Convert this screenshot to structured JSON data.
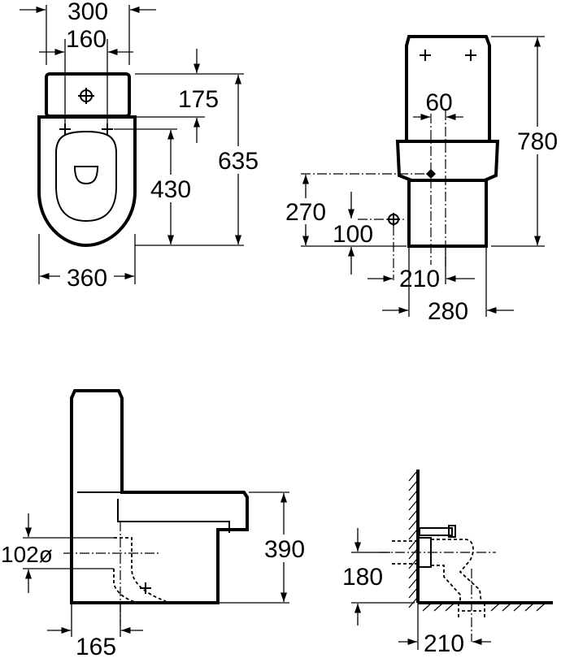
{
  "top_view": {
    "width_overall": "300",
    "inlet_spacing": "160",
    "tank_depth": "175",
    "bowl_length": "430",
    "total_depth": "635",
    "bowl_width": "360"
  },
  "side_view": {
    "inlet_offset": "60",
    "total_height": "780",
    "outlet_height": "270",
    "inlet_height": "100",
    "outlet_distance": "210",
    "base_depth": "280"
  },
  "front_view": {
    "seat_height": "390",
    "outlet_diameter": "102ø",
    "outlet_offset": "165"
  },
  "floor_detail": {
    "floor_height": "180",
    "wall_distance": "210"
  }
}
